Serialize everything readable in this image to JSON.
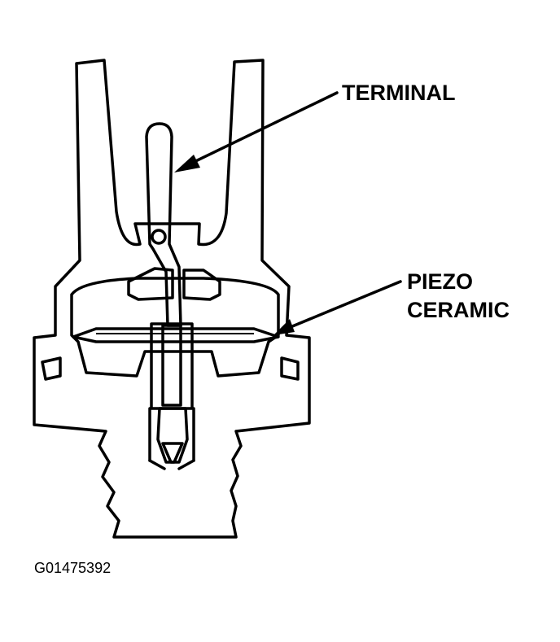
{
  "labels": {
    "terminal": "TERMINAL",
    "piezo_line1": "PIEZO",
    "piezo_line2": "CERAMIC"
  },
  "figure_id": "G01475392",
  "colors": {
    "ink": "#000000",
    "stipple": "#9a9a9a",
    "background": "#ffffff"
  }
}
